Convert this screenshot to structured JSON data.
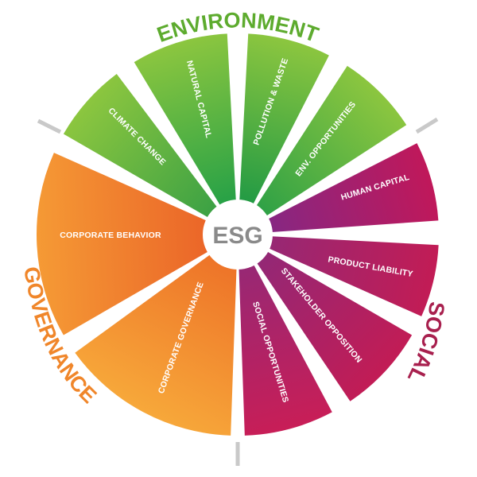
{
  "center": {
    "label": "ESG"
  },
  "categories": [
    {
      "id": "environment",
      "label": "ENVIRONMENT",
      "color": "#5dab2e"
    },
    {
      "id": "social",
      "label": "SOCIAL",
      "color": "#a8204e"
    },
    {
      "id": "governance",
      "label": "GOVERNANCE",
      "color": "#f0862a"
    }
  ],
  "segments": [
    {
      "id": "natural-capital",
      "category": "environment",
      "label": "NATURAL CAPITAL",
      "colors": [
        "#8cc63f",
        "#139a48"
      ]
    },
    {
      "id": "pollution-waste",
      "category": "environment",
      "label": "POLLUTION & WASTE",
      "colors": [
        "#8cc63f",
        "#0e9245"
      ]
    },
    {
      "id": "env-opportunities",
      "category": "environment",
      "label": "ENV. OPPORTUNITIES",
      "colors": [
        "#8cc63f",
        "#1d9a47"
      ]
    },
    {
      "id": "human-capital",
      "category": "social",
      "label": "HUMAN CAPITAL",
      "colors": [
        "#c0185a",
        "#7b2a8a"
      ]
    },
    {
      "id": "product-liability",
      "category": "social",
      "label": "PRODUCT LIABILITY",
      "colors": [
        "#c21c55",
        "#8e2a7a"
      ]
    },
    {
      "id": "stakeholder-opposition",
      "category": "social",
      "label": "STAKEHOLDER OPPOSITION",
      "colors": [
        "#c21c55",
        "#8a2a7c"
      ]
    },
    {
      "id": "social-opportunities",
      "category": "social",
      "label": "SOCIAL OPPORTUNITIES",
      "colors": [
        "#c81e57",
        "#8e2a7a"
      ]
    },
    {
      "id": "corporate-governance",
      "category": "governance",
      "label": "CORPORATE GOVERNANCE",
      "colors": [
        "#f7a83a",
        "#ec6a25"
      ]
    },
    {
      "id": "corporate-behavior",
      "category": "governance",
      "label": "CORPORATE BEHAVIOR",
      "colors": [
        "#f59a35",
        "#e95c26"
      ]
    },
    {
      "id": "climate-change",
      "category": "environment",
      "label": "CLIMATE CHANGE",
      "colors": [
        "#8cc63f",
        "#2c9a45"
      ]
    }
  ]
}
